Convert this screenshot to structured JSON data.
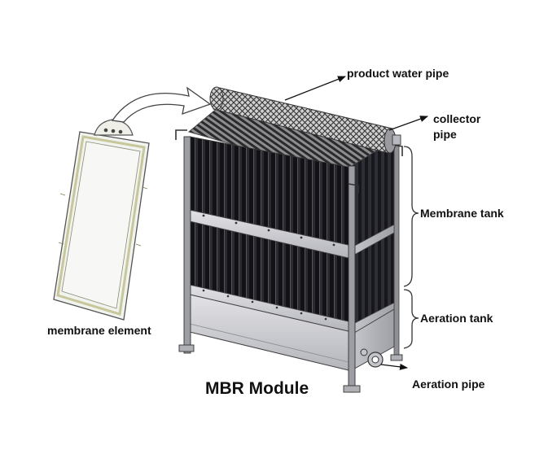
{
  "diagram": {
    "title": "MBR Module",
    "labels": {
      "product_water_pipe": "product water pipe",
      "collector_line1": "collector",
      "collector_line2": "pipe",
      "membrane_tank": "Membrane tank",
      "aeration_tank": "Aeration tank",
      "aeration_pipe": "Aeration pipe",
      "membrane_element": "membrane element"
    }
  },
  "colors": {
    "frame": "#4a4a4a",
    "membrane": "#1e1e22",
    "steel_light": "#d6d6da",
    "steel_mid": "#a9aab0",
    "element_fill": "#f4f6f4",
    "element_border": "#c9c9a6"
  }
}
